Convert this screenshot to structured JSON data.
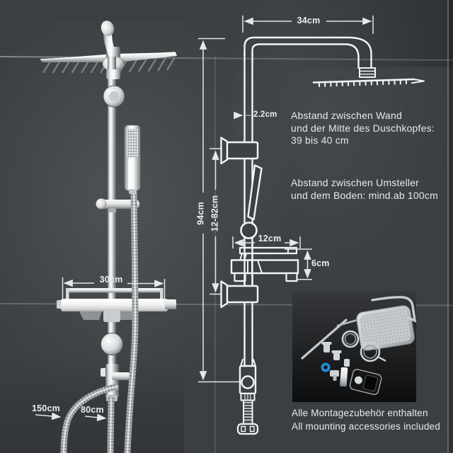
{
  "dimensions": {
    "d34": "34cm",
    "d22": "2.2cm",
    "d94": "94cm",
    "d1282": "12-82cm",
    "d12": "12cm",
    "d6": "6cm",
    "d30": "30cm",
    "d150": "150cm",
    "d80": "80cm"
  },
  "annotations": {
    "wall": [
      "Abstand zwischen Wand",
      "und der Mitte des Duschkopfes:",
      "39 bis 40 cm"
    ],
    "floor": [
      "Abstand zwischen Umsteller",
      "und dem Boden: mind.ab 100cm"
    ]
  },
  "inset": {
    "caption_de": "Alle Montagezubehör enthalten",
    "caption_en": "All mounting accessories included"
  },
  "colors": {
    "background": "#3c3f42",
    "diagram_line": "#f3f4f5",
    "dimension_line": "#e2e4e5",
    "text": "#e7e8e9",
    "accent_blue": "#1f8fd6",
    "inset_background": "#0c0e10"
  }
}
